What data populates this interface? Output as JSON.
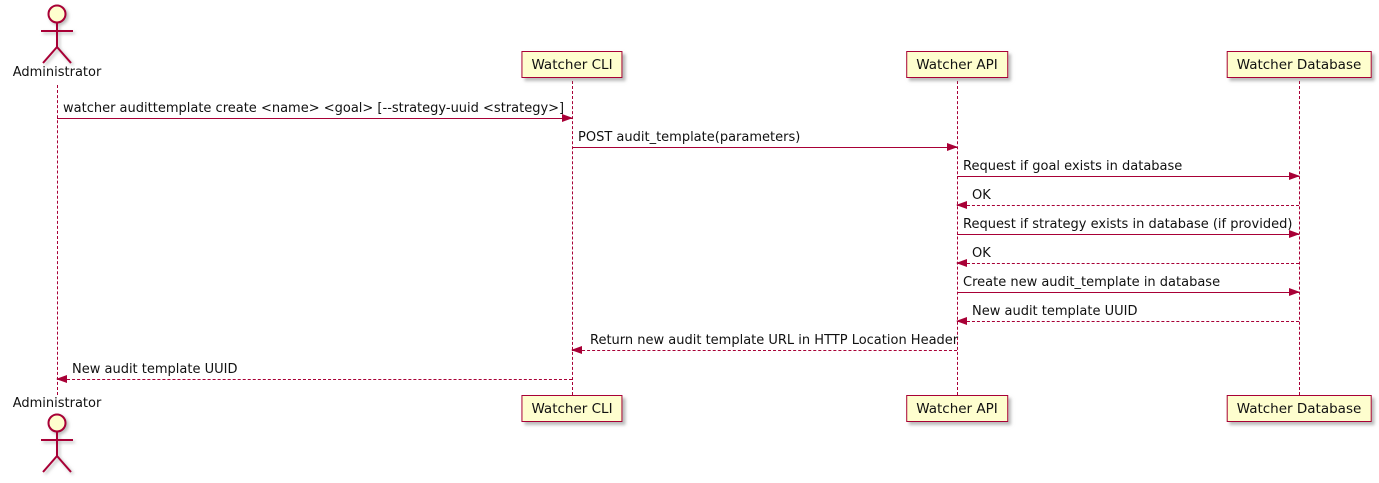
{
  "diagram": {
    "type": "sequence",
    "colors": {
      "participant_fill": "#FEFECE",
      "participant_border": "#A80036",
      "arrow": "#A80036",
      "text": "#111111",
      "background": "#FFFFFF"
    },
    "actor": {
      "name": "Administrator"
    },
    "participants": [
      {
        "label": "Watcher CLI"
      },
      {
        "label": "Watcher API"
      },
      {
        "label": "Watcher Database"
      }
    ],
    "messages": [
      {
        "from": "Administrator",
        "to": "Watcher CLI",
        "style": "solid",
        "label": "watcher audittemplate create <name> <goal> [--strategy-uuid <strategy>]"
      },
      {
        "from": "Watcher CLI",
        "to": "Watcher API",
        "style": "solid",
        "label": "POST audit_template(parameters)"
      },
      {
        "from": "Watcher API",
        "to": "Watcher Database",
        "style": "solid",
        "label": "Request if goal exists in database"
      },
      {
        "from": "Watcher Database",
        "to": "Watcher API",
        "style": "dashed",
        "label": "OK"
      },
      {
        "from": "Watcher API",
        "to": "Watcher Database",
        "style": "solid",
        "label": "Request if strategy exists in database (if provided)"
      },
      {
        "from": "Watcher Database",
        "to": "Watcher API",
        "style": "dashed",
        "label": "OK"
      },
      {
        "from": "Watcher API",
        "to": "Watcher Database",
        "style": "solid",
        "label": "Create new audit_template in database"
      },
      {
        "from": "Watcher Database",
        "to": "Watcher API",
        "style": "dashed",
        "label": "New audit template UUID"
      },
      {
        "from": "Watcher API",
        "to": "Watcher CLI",
        "style": "dashed",
        "label": "Return new audit template URL in HTTP Location Header"
      },
      {
        "from": "Watcher CLI",
        "to": "Administrator",
        "style": "dashed",
        "label": "New audit template UUID"
      }
    ]
  }
}
